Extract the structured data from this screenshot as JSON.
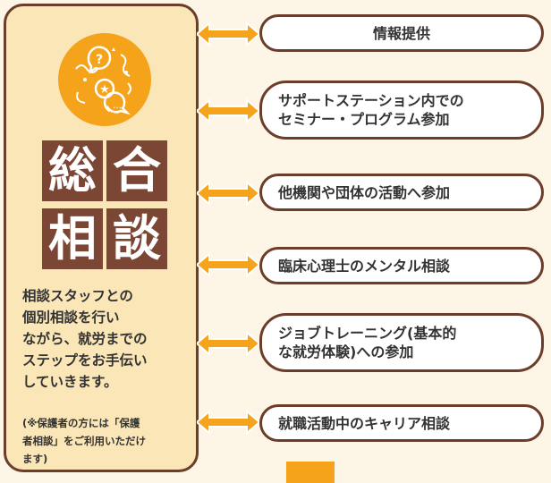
{
  "colors": {
    "panel_bg": "#fbe6b8",
    "border": "#6b3d2a",
    "kanji_bg": "#7b4634",
    "logo_orange": "#f4a31a",
    "arrow": "#f4a31a",
    "page_bg": "#fdf6e6"
  },
  "left": {
    "logo_icon": "consultation-logo-icon",
    "kanji": [
      "総",
      "合",
      "相",
      "談"
    ],
    "description": "相談スタッフとの\n個別相談を行い\nながら、就労までの\nステップをお手伝い\nしていきます。",
    "note": "(※保護者の方には「保護\n者相談」をご利用いただけ\nます)"
  },
  "services": [
    "情報提供",
    "サポートステーション内での\nセミナー・プログラム参加",
    "他機関や団体の活動へ参加",
    "臨床心理士のメンタル相談",
    "ジョブトレーニング(基本的\nな就労体験)への参加",
    "就職活動中のキャリア相談"
  ],
  "arrow_icon": "double-arrow-icon"
}
